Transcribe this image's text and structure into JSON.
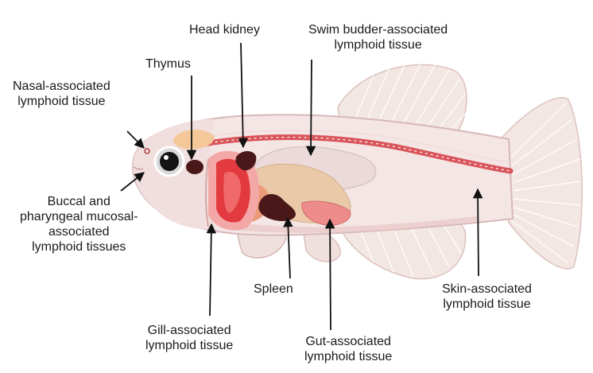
{
  "labels": {
    "head_kidney": [
      "Head kidney"
    ],
    "swim_bladder": [
      "Swim budder-associated",
      "lymphoid tissue"
    ],
    "thymus": [
      "Thymus"
    ],
    "nasal": [
      "Nasal-associated",
      "lymphoid tissue"
    ],
    "buccal": [
      "Buccal and",
      "pharyngeal mucosal-",
      "associated",
      "lymphoid tissues"
    ],
    "spleen": [
      "Spleen"
    ],
    "gill": [
      "Gill-associated",
      "lymphoid tissue"
    ],
    "gut": [
      "Gut-associated",
      "lymphoid tissue"
    ],
    "skin": [
      "Skin-associated",
      "lymphoid tissue"
    ]
  },
  "colors": {
    "body": "#f5e6e6",
    "fin": "#f3e7e4",
    "fin_ray": "#ffffff",
    "outline": "#d8b8b8",
    "lateral_line": "#d9555a",
    "gill_red": "#e23a3f",
    "organ_dark": "#4a1818",
    "thymus_orange": "#f5c89a",
    "liver": "#e9c9a8",
    "text": "#1a1a1a",
    "arrow": "#111111"
  }
}
